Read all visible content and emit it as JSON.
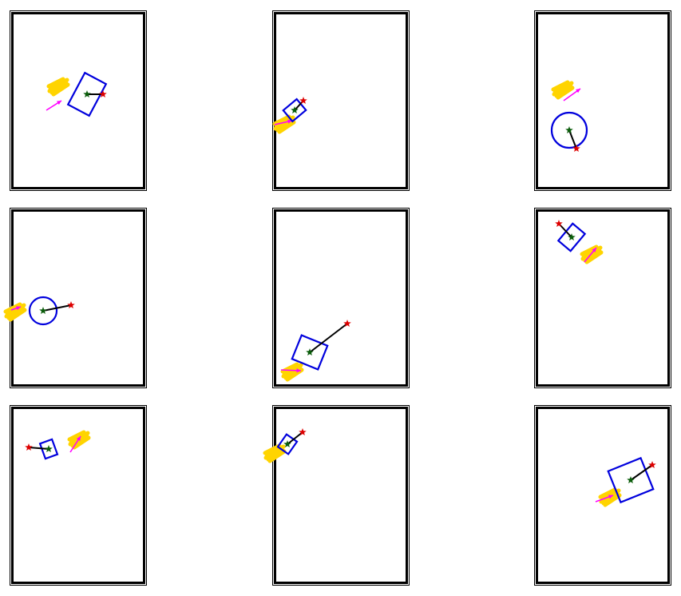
{
  "colors": {
    "frame": "#000000",
    "shape": "#0000dd",
    "link": "#000000",
    "center_star": "#0a5c0a",
    "target_star": "#dd0000",
    "blob": "#ffd400",
    "arrow": "#ff00ff"
  },
  "panels": [
    {
      "id": "r1c1",
      "shape": "rect",
      "blob": "blob",
      "arrow": "arrow"
    },
    {
      "id": "r1c2",
      "shape": "rect",
      "blob": "blob",
      "arrow": "arrow"
    },
    {
      "id": "r1c3",
      "shape": "circle",
      "blob": "blob",
      "arrow": "arrow"
    },
    {
      "id": "r2c1",
      "shape": "circle",
      "blob": "blob",
      "arrow": "arrow"
    },
    {
      "id": "r2c2",
      "shape": "rect",
      "blob": "blob",
      "arrow": "arrow"
    },
    {
      "id": "r2c3",
      "shape": "rect",
      "blob": "blob",
      "arrow": "arrow"
    },
    {
      "id": "r3c1",
      "shape": "rect",
      "blob": "blob",
      "arrow": "arrow"
    },
    {
      "id": "r3c2",
      "shape": "rect",
      "blob": "blob",
      "arrow": "none"
    },
    {
      "id": "r3c3",
      "shape": "rect",
      "blob": "blob",
      "arrow": "arrow"
    }
  ]
}
